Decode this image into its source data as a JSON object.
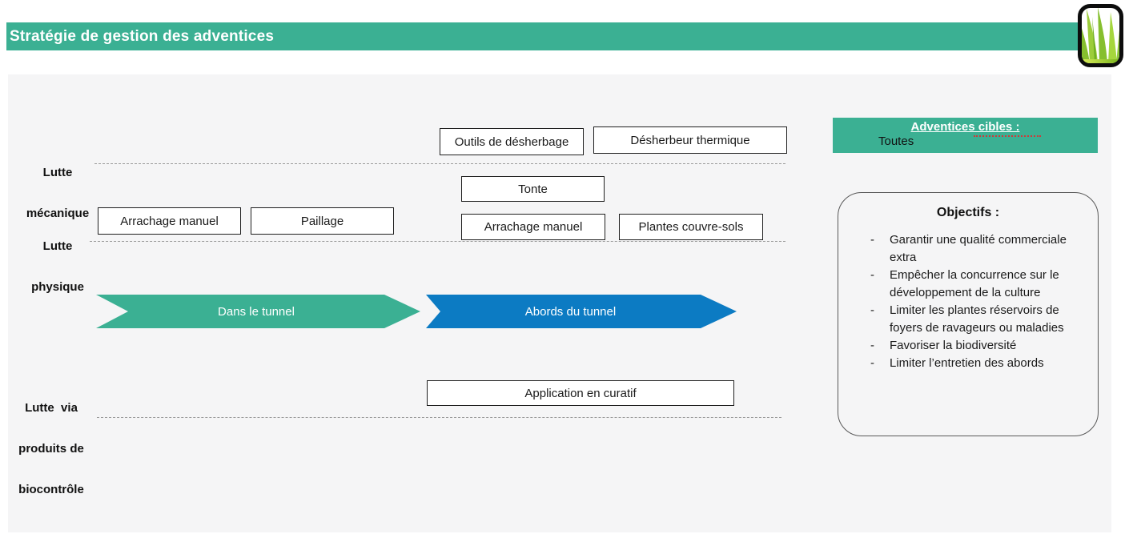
{
  "header": {
    "title": "Stratégie de gestion des adventices"
  },
  "logo": {
    "icon": "grass-icon"
  },
  "rows": {
    "mecanique": {
      "lines": [
        "Lutte",
        "mécanique"
      ]
    },
    "physique": {
      "lines": [
        "Lutte",
        "physique"
      ]
    },
    "biocontrole": {
      "lines": [
        "Lutte  via",
        "produits de",
        "biocontrôle"
      ]
    }
  },
  "boxes": {
    "outils_desherbage": "Outils de désherbage",
    "desherbeur_thermique": "Désherbeur thermique",
    "tonte": "Tonte",
    "arrachage_manuel_tunnel": "Arrachage manuel",
    "paillage": "Paillage",
    "arrachage_manuel_abords": "Arrachage manuel",
    "plantes_couvre_sols": "Plantes couvre-sols",
    "application_curatif": "Application en curatif"
  },
  "arrows": {
    "tunnel": {
      "label": "Dans le tunnel",
      "color": "#3BB093"
    },
    "abords": {
      "label": "Abords du tunnel",
      "color": "#0C7BC3"
    }
  },
  "targets": {
    "heading": "Adventices cibles :",
    "value": "Toutes"
  },
  "objectives": {
    "heading": "Objectifs :",
    "dash": "-",
    "items": [
      "Garantir une qualité commerciale extra",
      "Empêcher la concurrence sur le développement de la culture",
      "Limiter les plantes réservoirs de foyers de ravageurs ou maladies",
      "Favoriser la biodiversité",
      "Limiter l’entretien des abords"
    ]
  },
  "colors": {
    "accent_teal": "#3BB093",
    "accent_blue": "#0C7BC3",
    "panel_bg": "#F5F5F6",
    "box_border": "#1F1F1F",
    "divider": "#9A9A9A",
    "objectives_border": "#595959",
    "logo_green": "#8DC63F"
  }
}
